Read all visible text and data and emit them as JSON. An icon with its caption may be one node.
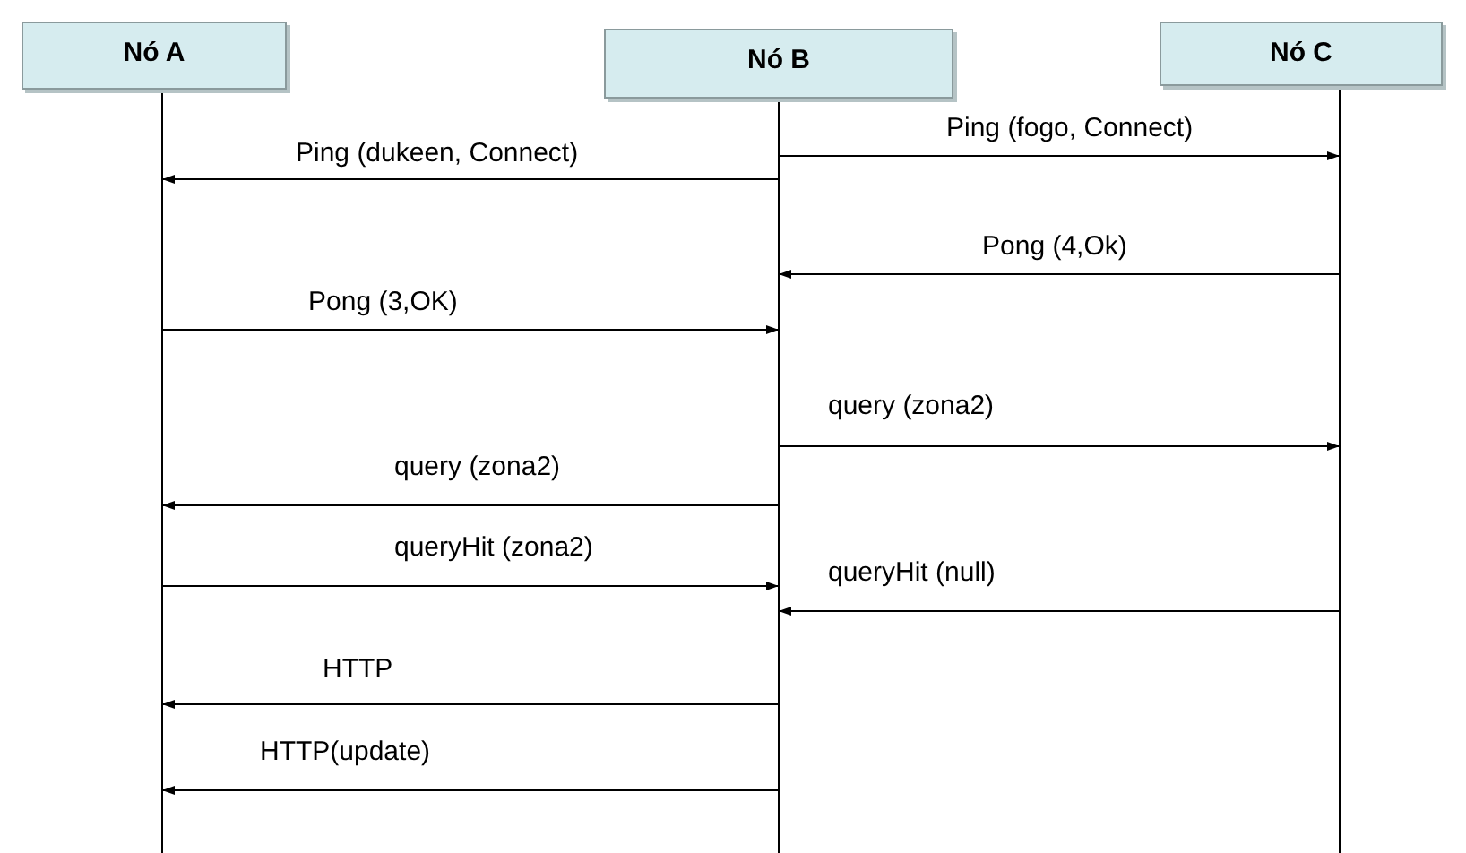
{
  "diagram": {
    "nodes": [
      {
        "text": [
          "Nó A"
        ]
      },
      {
        "text": [
          "Nó B"
        ]
      },
      {
        "text": [
          "Nó C"
        ]
      }
    ],
    "edges": [
      {
        "from": 1,
        "to": 0,
        "arrow": "to",
        "label": "Ping (dukeen, Connect)"
      },
      {
        "from": 1,
        "to": 2,
        "arrow": "to",
        "label": "Ping (fogo, Connect)"
      },
      {
        "from": 2,
        "to": 1,
        "arrow": "to",
        "label": "Pong (4,Ok)"
      },
      {
        "from": 0,
        "to": 1,
        "arrow": "to",
        "label": "Pong (3,OK)"
      },
      {
        "from": 1,
        "to": 2,
        "arrow": "to",
        "label": "query (zona2)"
      },
      {
        "from": 1,
        "to": 0,
        "arrow": "to",
        "label": "query (zona2)"
      },
      {
        "from": 0,
        "to": 1,
        "arrow": "to",
        "label": "queryHit (zona2)"
      },
      {
        "from": 2,
        "to": 1,
        "arrow": "to",
        "label": "queryHit (null)"
      },
      {
        "from": 1,
        "to": 0,
        "arrow": "to",
        "label": "HTTP"
      },
      {
        "from": 1,
        "to": 0,
        "arrow": "to",
        "label": "HTTP(update)"
      }
    ]
  }
}
